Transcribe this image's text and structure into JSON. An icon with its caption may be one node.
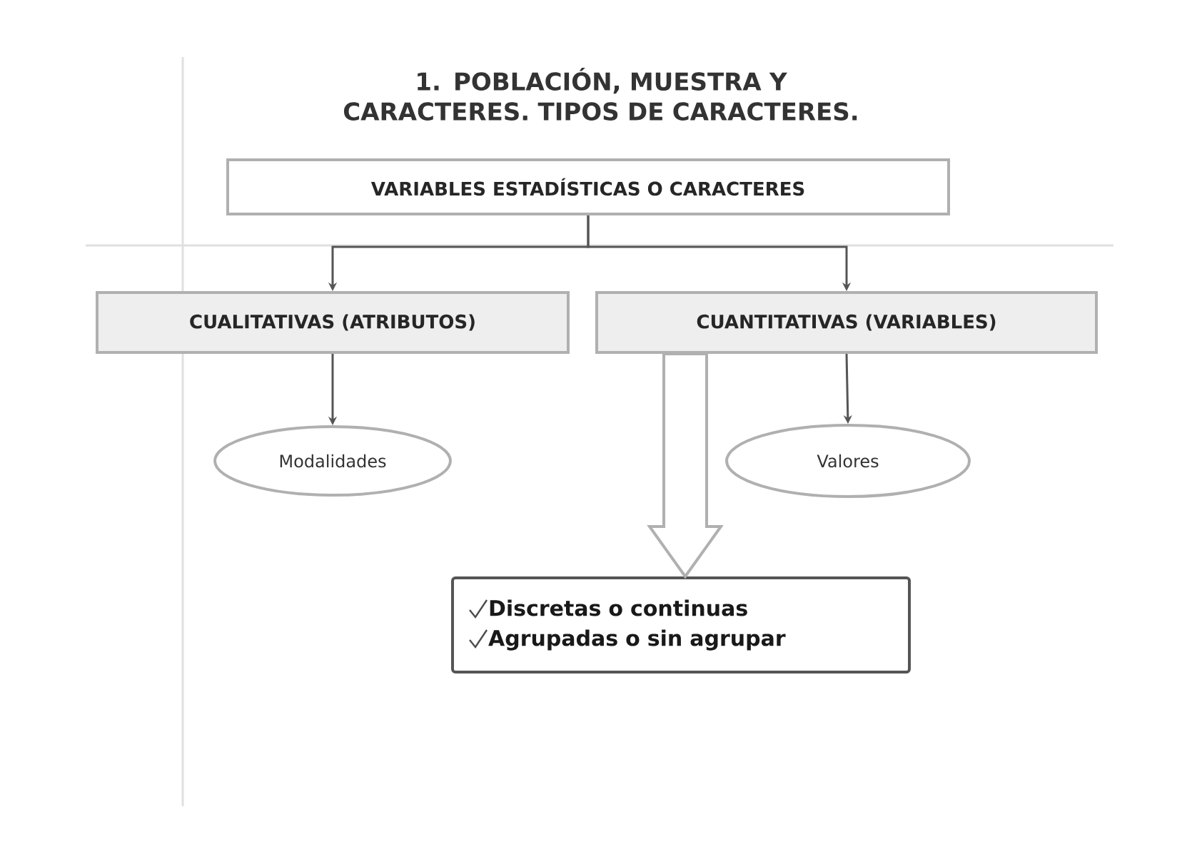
{
  "diagram": {
    "title": "1. POBLACIÓN, MUESTRA Y CARACTERES.  TIPOS DE CARACTERES.",
    "nodes": [
      {
        "text": [
          "VARIABLES ESTADÍSTICAS O CARACTERES"
        ]
      },
      {
        "text": [
          "CUALITATIVAS (ATRIBUTOS)"
        ]
      },
      {
        "text": [
          "CUANTITATIVAS (VARIABLES)"
        ]
      },
      {
        "text": [
          "Modalidades"
        ]
      },
      {
        "text": [
          "Valores"
        ]
      },
      {
        "text": [
          "Discretas o continuas",
          "Agrupadas o sin agrupar"
        ]
      }
    ],
    "edges": [
      {
        "from": 0,
        "to": 1,
        "arrow": "to"
      },
      {
        "from": 0,
        "to": 2,
        "arrow": "to"
      },
      {
        "from": 1,
        "to": 3,
        "arrow": "to"
      },
      {
        "from": 2,
        "to": 4,
        "arrow": "to"
      },
      {
        "from": 2,
        "to": 5,
        "arrow": "to",
        "style": "thick"
      }
    ]
  }
}
